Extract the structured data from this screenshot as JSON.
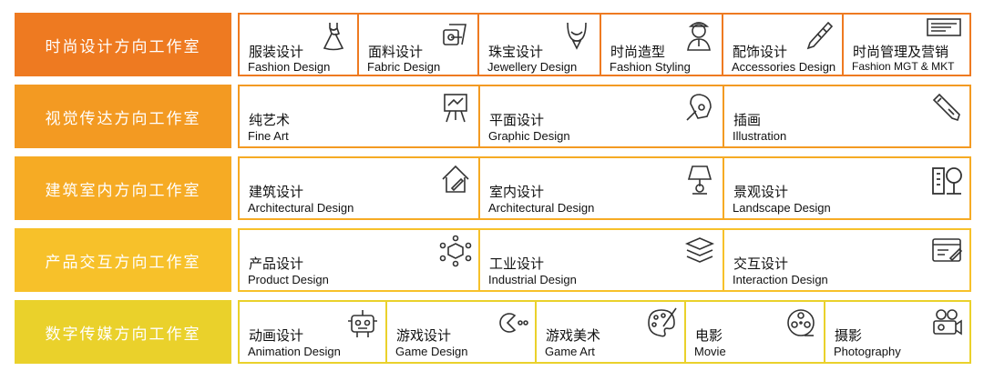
{
  "colors": {
    "row1": "#ee7a21",
    "row2": "#f39a22",
    "row3": "#f6ab24",
    "row4": "#f7c12a",
    "row5": "#ead12b",
    "icon": "#333333"
  },
  "studios": [
    {
      "title": "时尚设计方向工作室",
      "items": [
        {
          "zh": "服装设计",
          "en": "Fashion Design",
          "icon": "dress-icon"
        },
        {
          "zh": "面料设计",
          "en": "Fabric Design",
          "icon": "fabric-roll-icon"
        },
        {
          "zh": "珠宝设计",
          "en": "Jewellery Design",
          "icon": "necklace-icon"
        },
        {
          "zh": "时尚造型",
          "en": "Fashion Styling",
          "icon": "stylist-icon"
        },
        {
          "zh": "配饰设计",
          "en": "Accessories Design",
          "icon": "tie-icon"
        },
        {
          "zh": "时尚管理及营销",
          "en": "Fashion MGT & MKT",
          "icon": "laptop-icon"
        }
      ]
    },
    {
      "title": "视觉传达方向工作室",
      "items": [
        {
          "zh": "纯艺术",
          "en": "Fine Art",
          "icon": "easel-icon"
        },
        {
          "zh": "平面设计",
          "en": "Graphic Design",
          "icon": "pen-tool-icon"
        },
        {
          "zh": "插画",
          "en": "Illustration",
          "icon": "pencil-hand-icon"
        }
      ]
    },
    {
      "title": "建筑室内方向工作室",
      "items": [
        {
          "zh": "建筑设计",
          "en": "Architectural Design",
          "icon": "house-icon"
        },
        {
          "zh": "室内设计",
          "en": "Architectural Design",
          "icon": "lamp-icon"
        },
        {
          "zh": "景观设计",
          "en": "Landscape Design",
          "icon": "building-tree-icon"
        }
      ]
    },
    {
      "title": "产品交互方向工作室",
      "items": [
        {
          "zh": "产品设计",
          "en": "Product Design",
          "icon": "cube-network-icon"
        },
        {
          "zh": "工业设计",
          "en": "Industrial Design",
          "icon": "layers-icon"
        },
        {
          "zh": "交互设计",
          "en": "Interaction Design",
          "icon": "browser-icon"
        }
      ]
    },
    {
      "title": "数字传媒方向工作室",
      "items": [
        {
          "zh": "动画设计",
          "en": "Animation Design",
          "icon": "robot-icon"
        },
        {
          "zh": "游戏设计",
          "en": "Game Design",
          "icon": "pacman-icon"
        },
        {
          "zh": "游戏美术",
          "en": "Game Art",
          "icon": "palette-icon"
        },
        {
          "zh": "电影",
          "en": "Movie",
          "icon": "film-reel-icon"
        },
        {
          "zh": "摄影",
          "en": "Photography",
          "icon": "video-camera-icon"
        }
      ]
    }
  ]
}
